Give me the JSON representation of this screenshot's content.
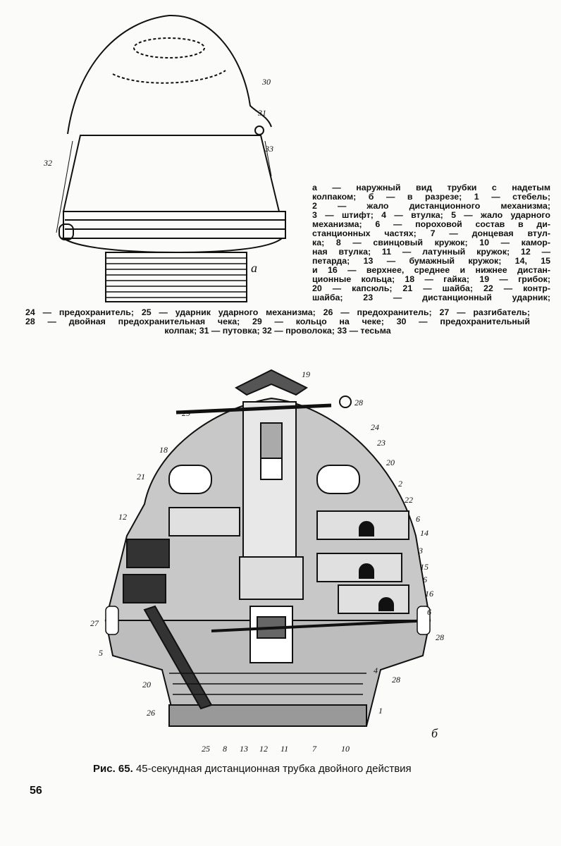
{
  "figure_a": {
    "sub_label": "а",
    "labels": [
      "30",
      "31",
      "33",
      "32"
    ]
  },
  "figure_b": {
    "sub_label": "б",
    "labels": [
      "19",
      "28",
      "29",
      "24",
      "23",
      "18",
      "20",
      "21",
      "2",
      "22",
      "12",
      "6",
      "14",
      "3",
      "15",
      "6",
      "16",
      "6",
      "27",
      "28",
      "5",
      "4",
      "28",
      "20",
      "1",
      "26",
      "25",
      "8",
      "13",
      "12",
      "11",
      "7",
      "10"
    ]
  },
  "legend_right": [
    "а — наружный вид трубки с надетым",
    "колпаком; б — в разрезе; 1 — стебель;",
    "2 — жало дистанционного механизма;",
    "3 — штифт; 4 — втулка; 5 — жало ударного",
    "механизма; 6 — пороховой состав в ди-",
    "станционных частях; 7 — донцевая втул-",
    "ка; 8 — свинцовый кружок; 10 — камор-",
    "ная втулка; 11 — латунный кружок; 12 —",
    "петарда; 13 — бумажный кружок; 14, 15",
    "и 16 — верхнее, среднее и нижнее дистан-",
    "ционные кольца; 18 — гайка; 19 — грибок;",
    "20 — капсюль; 21 — шайба; 22 — контр-",
    "шайба; 23 — дистанционный ударник;"
  ],
  "legend_full": [
    "24 — предохранитель; 25 — ударник ударного механизма; 26 — предохранитель; 27 — разгибатель;",
    "28 — двойная предохранительная чека; 29 — кольцо на чеке; 30 — предохранительный",
    "колпак; 31 — путовка; 32 — проволока; 33 — тесьма"
  ],
  "caption": {
    "number": "Рис. 65.",
    "text": "45-секундная дистанционная трубка двойного действия"
  },
  "page_number": "56"
}
